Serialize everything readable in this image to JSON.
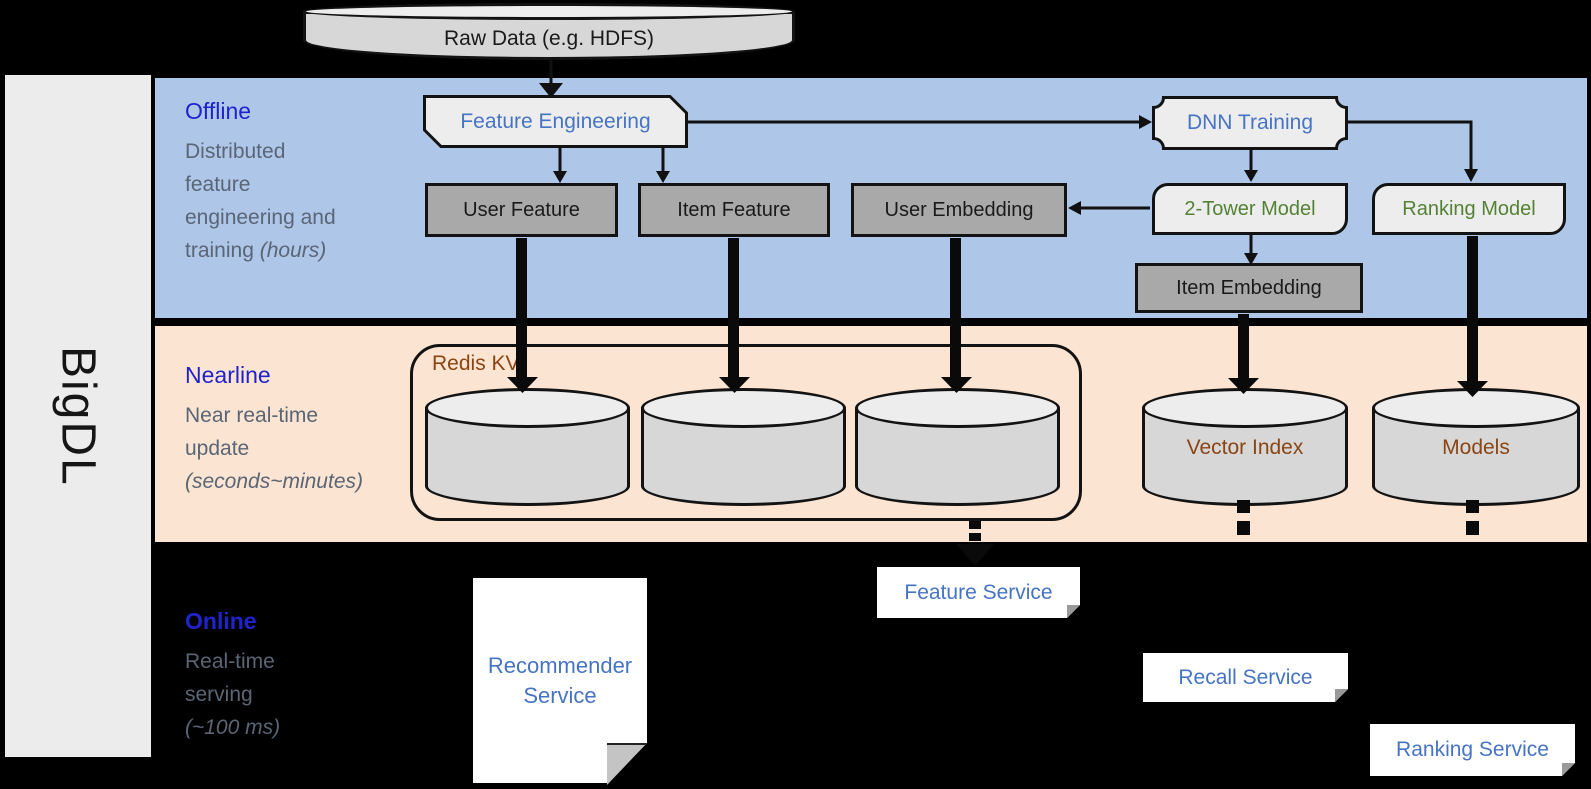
{
  "brand": {
    "label": "BigDL"
  },
  "raw_data": {
    "label": "Raw Data (e.g. HDFS)"
  },
  "sections": {
    "offline": {
      "title": "Offline",
      "desc": "Distributed feature engineering and training ",
      "desc_italic": "(hours)"
    },
    "nearline": {
      "title": "Nearline",
      "desc": "Near real-time update ",
      "desc_italic": "(seconds~minutes)"
    },
    "online": {
      "title": "Online",
      "desc": "Real-time serving ",
      "desc_italic": "(~100 ms)"
    }
  },
  "offline_nodes": {
    "feature_engineering": "Feature Engineering",
    "dnn_training": "DNN Training",
    "user_feature": "User Feature",
    "item_feature": "Item Feature",
    "user_embedding": "User Embedding",
    "two_tower_model": "2-Tower Model",
    "ranking_model": "Ranking Model",
    "item_embedding": "Item Embedding"
  },
  "nearline_nodes": {
    "redis_kv": "Redis KV",
    "vector_index": "Vector Index",
    "models": "Models"
  },
  "online_nodes": {
    "recommender_service": "Recommender Service",
    "feature_service": "Feature Service",
    "recall_service": "Recall Service",
    "ranking_service": "Ranking Service"
  },
  "colors": {
    "background": "#000000",
    "sidebar_bg": "#ececec",
    "band_offline_bg": "#aec6e8",
    "band_nearline_bg": "#fce4d2",
    "section_title": "#2023cc",
    "section_subtitle": "#5a6575",
    "node_blue_text": "#4674c4",
    "node_green_text": "#548235",
    "nearline_store_text": "#8a4513",
    "service_text": "#4674c4",
    "gray_node_bg": "#a9a9a9",
    "light_node_bg": "#ededed",
    "cylinder_body": "#d7d7d7",
    "cylinder_top": "#ededed",
    "connector": "#111111"
  }
}
